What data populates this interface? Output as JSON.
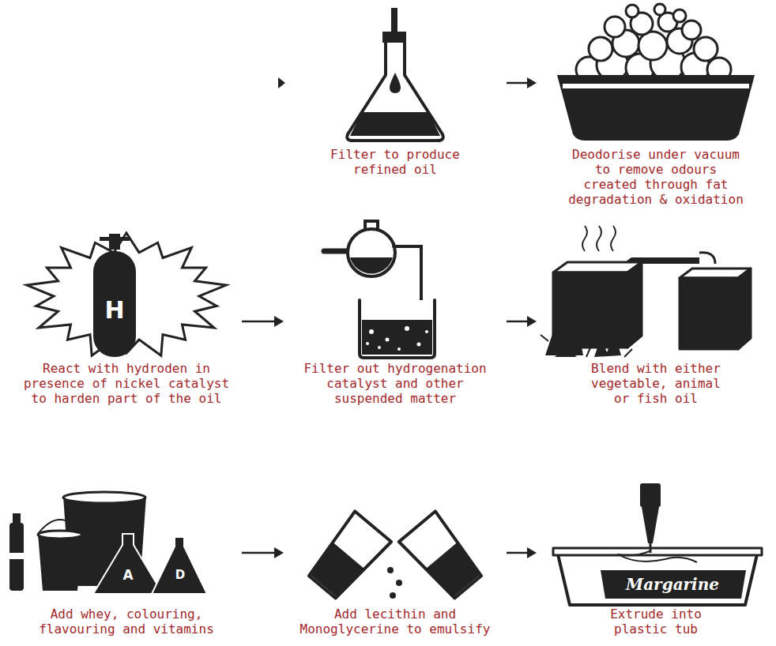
{
  "diagram": {
    "nodes": [
      {
        "text": [
          "Filter to produce refined oil"
        ]
      },
      {
        "text": [
          "Deodorise under vacuum to remove odours created through fat degradation & oxidation"
        ]
      },
      {
        "text": [
          "React with hydroden in presence of nickel catalyst to harden part of the oil"
        ]
      },
      {
        "text": [
          "Filter out hydrogenation catalyst and other suspended matter"
        ]
      },
      {
        "text": [
          "Blend with either vegetable, animal or fish oil"
        ]
      },
      {
        "text": [
          "Add whey, colouring, flavouring and vitamins"
        ]
      },
      {
        "text": [
          "Add lecithin and Monoglycerine to emulsify"
        ]
      },
      {
        "text": [
          "Extrude into plastic tub"
        ]
      }
    ],
    "edges": [
      {
        "from": 0,
        "to": 1,
        "arrow": "to"
      },
      {
        "from": 2,
        "to": 3,
        "arrow": "to"
      },
      {
        "from": 3,
        "to": 4,
        "arrow": "to"
      },
      {
        "from": 5,
        "to": 6,
        "arrow": "to"
      },
      {
        "from": 6,
        "to": 7,
        "arrow": "to"
      }
    ],
    "labels": [
      "H",
      "A",
      "D",
      "Margarine"
    ]
  }
}
